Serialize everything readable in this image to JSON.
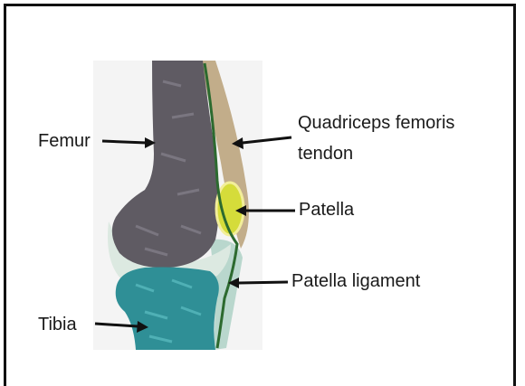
{
  "labels": {
    "femur": "Femur",
    "quadriceps_line1": "Quadriceps femoris",
    "quadriceps_line2": "tendon",
    "patella": "Patella",
    "patella_ligament": "Patella ligament",
    "tibia": "Tibia"
  },
  "colors": {
    "femur_bone": "#5f5b63",
    "tibia_bone": "#2f8f96",
    "tendon": "#c2ad8a",
    "patella": "#d5dc3a",
    "ligament_line": "#2c6a2f",
    "cartilage": "#c8ddd0",
    "arrow": "#111111"
  }
}
